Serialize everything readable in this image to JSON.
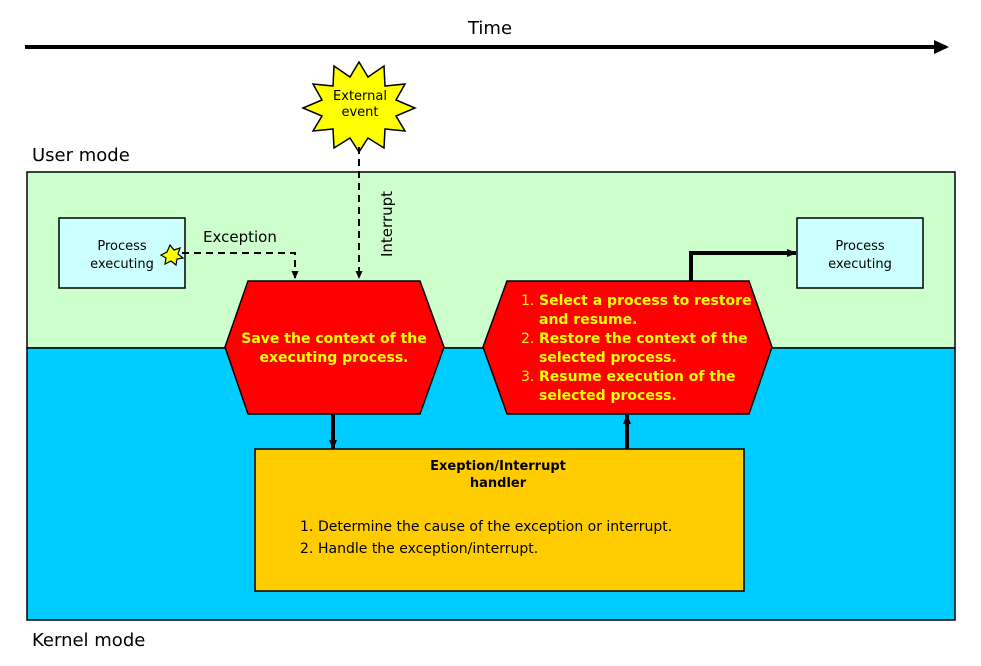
{
  "time_label": "Time",
  "user_mode_label": "User mode",
  "kernel_mode_label": "Kernel mode",
  "external_event": {
    "line1": "External",
    "line2": "event"
  },
  "interrupt_label": "Interrupt",
  "exception_label": "Exception",
  "process_left": {
    "line1": "Process",
    "line2": "executing"
  },
  "process_right": {
    "line1": "Process",
    "line2": "executing"
  },
  "save_context": {
    "line1": "Save the context of the",
    "line2": "executing process."
  },
  "restore": {
    "items": [
      {
        "num": "1.",
        "line1": "Select a process to restore",
        "line2": "and resume."
      },
      {
        "num": "2.",
        "line1": "Restore the context of the",
        "line2": "selected process."
      },
      {
        "num": "3.",
        "line1": "Resume execution of the",
        "line2": "selected process."
      }
    ]
  },
  "handler": {
    "title_line1": "Exeption/Interrupt",
    "title_line2": "handler",
    "items": [
      {
        "num": "1.",
        "text": "Determine the cause of the exception or interrupt."
      },
      {
        "num": "2.",
        "text": "Handle the exception/interrupt."
      }
    ]
  },
  "colors": {
    "user_mode_bg": "#ccffcc",
    "kernel_mode_bg": "#00ccff",
    "process_box_bg": "#ccffff",
    "red_box": "#ff0000",
    "red_box_text": "#ffff00",
    "handler_bg": "#ffcc00",
    "star_fill": "#ffff00"
  }
}
